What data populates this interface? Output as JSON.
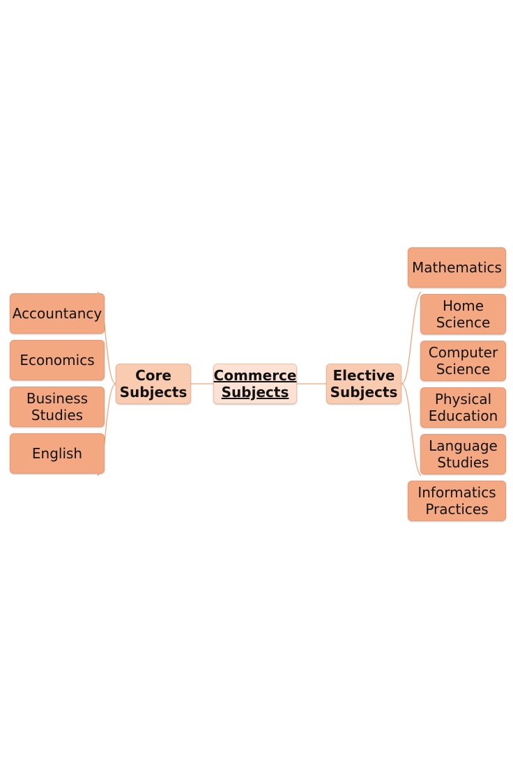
{
  "colors": {
    "leaf_fill": "#f3a882",
    "branch_fill": "#f9ccb2",
    "root_fill": "#fbe2d4",
    "connector": "#f0a57e"
  },
  "root": {
    "label": "Commerce Subjects"
  },
  "core": {
    "label": "Core Subjects",
    "items": [
      "Accountancy",
      "Economics",
      "Business Studies",
      "English"
    ]
  },
  "elective": {
    "label": "Elective Subjects",
    "items": [
      "Mathematics",
      "Home Science",
      "Computer Science",
      "Physical Education",
      "Language Studies",
      "Informatics Practices"
    ]
  }
}
